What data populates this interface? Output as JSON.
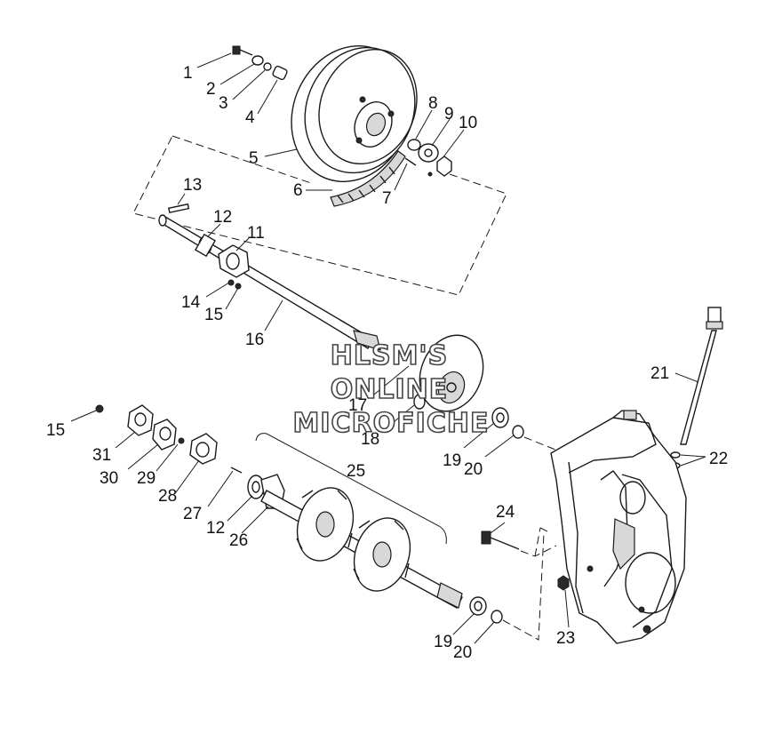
{
  "callouts": {
    "c1": "1",
    "c2": "2",
    "c3": "3",
    "c4": "4",
    "c5": "5",
    "c6": "6",
    "c7": "7",
    "c8": "8",
    "c9": "9",
    "c10": "10",
    "c11": "11",
    "c12a": "12",
    "c13": "13",
    "c14": "14",
    "c15a": "15",
    "c16": "16",
    "c17": "17",
    "c18": "18",
    "c19a": "19",
    "c20a": "20",
    "c21": "21",
    "c22": "22",
    "c15b": "15",
    "c31": "31",
    "c30": "30",
    "c29": "29",
    "c28": "28",
    "c27": "27",
    "c12b": "12",
    "c26": "26",
    "c25": "25",
    "c24": "24",
    "c23": "23",
    "c19b": "19",
    "c20b": "20"
  },
  "watermark": {
    "line1": "HLSM'S",
    "line2": "ONLINE",
    "line3": "MICROFICHE"
  }
}
